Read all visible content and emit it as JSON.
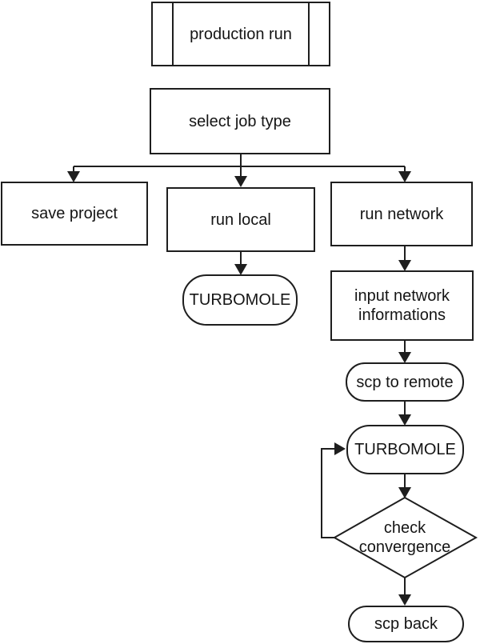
{
  "colors": {
    "line": "#1e1e1e",
    "text": "#151515",
    "background": "#ffffff"
  },
  "nodes": {
    "production_run": {
      "label": "production run",
      "shape": "predefined-process"
    },
    "select_job_type": {
      "label": "select job type",
      "shape": "process"
    },
    "save_project": {
      "label": "save project",
      "shape": "process"
    },
    "run_local": {
      "label": "run local",
      "shape": "process"
    },
    "run_network": {
      "label": "run network",
      "shape": "process"
    },
    "turbomole_local": {
      "label": "TURBOMOLE",
      "shape": "terminator"
    },
    "input_network": {
      "label": "input network informations",
      "shape": "process"
    },
    "scp_to_remote": {
      "label": "scp to remote",
      "shape": "terminator"
    },
    "turbomole_remote": {
      "label": "TURBOMOLE",
      "shape": "terminator"
    },
    "check_convergence": {
      "label": "check convergence",
      "shape": "decision"
    },
    "scp_back": {
      "label": "scp back",
      "shape": "terminator"
    }
  },
  "edges": [
    {
      "from": "select_job_type",
      "to": "save_project"
    },
    {
      "from": "select_job_type",
      "to": "run_local"
    },
    {
      "from": "select_job_type",
      "to": "run_network"
    },
    {
      "from": "run_local",
      "to": "turbomole_local"
    },
    {
      "from": "run_network",
      "to": "input_network"
    },
    {
      "from": "input_network",
      "to": "scp_to_remote"
    },
    {
      "from": "scp_to_remote",
      "to": "turbomole_remote"
    },
    {
      "from": "turbomole_remote",
      "to": "check_convergence"
    },
    {
      "from": "check_convergence",
      "to": "turbomole_remote",
      "type": "loop-back"
    },
    {
      "from": "check_convergence",
      "to": "scp_back"
    }
  ]
}
